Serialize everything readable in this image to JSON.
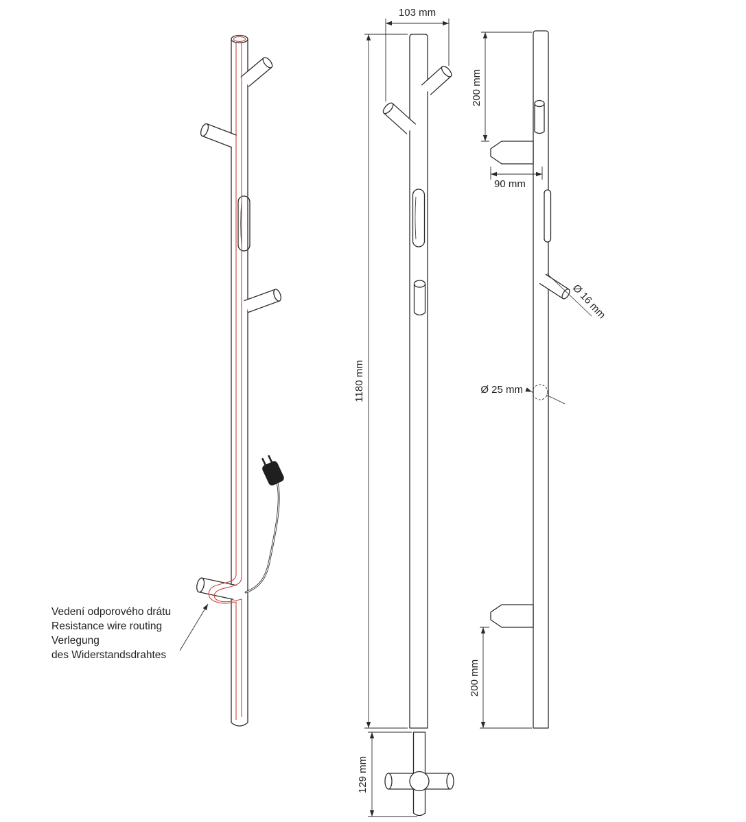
{
  "drawing": {
    "annotation": {
      "lines": [
        "Vedení odporového drátu",
        "Resistance wire routing",
        "Verlegung",
        "des Widerstandsdrahtes"
      ]
    },
    "dimensions": {
      "front_width": "103 mm",
      "overall_height": "1180 mm",
      "base_height": "129 mm",
      "side_top_offset": "200 mm",
      "hook_length": "90 mm",
      "hook_diameter": "Ø 16 mm",
      "tube_diameter": "Ø 25 mm",
      "side_bottom_offset": "200 mm"
    },
    "colors": {
      "line": "#2b2b2b",
      "wire": "#c9443a",
      "text": "#231f20"
    }
  }
}
